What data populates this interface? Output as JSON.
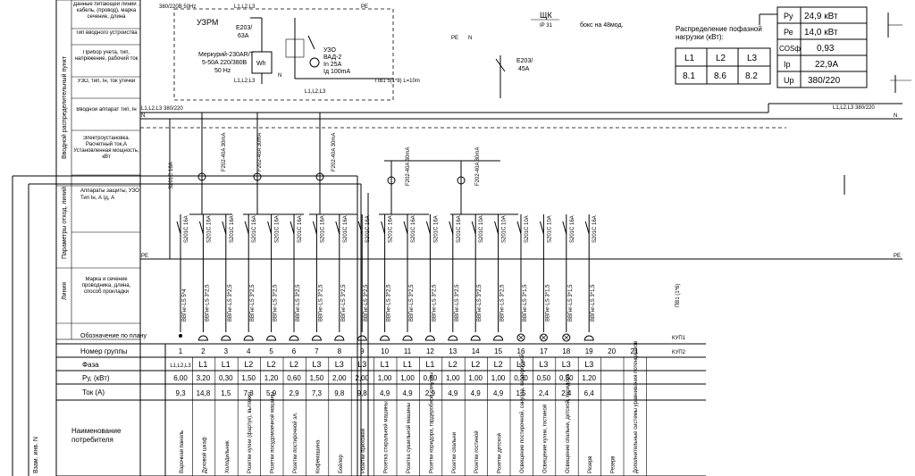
{
  "left_labels": {
    "supply": "Данные питающей линии , кабель, (провод), марка сечение, длина",
    "input_type": "Тип вводного устройства",
    "meter": "Прибор учета, тип, напряжение, рабочий ток",
    "rcd": "УЗО, тип, Iн, ток утечки",
    "input_device": "Вводной аппарат тип, Iн",
    "load_set": "Электроустановка. Расчетный ток,А Установленная мощность, кВт",
    "protection": "Аппараты защиты, УЗО Тип Iн, А Iд, А",
    "cable": "Марка и сечение проводника, длина, способ прокладки",
    "plan": "Обозначение по плану",
    "section_input": "Вводной распределительный пункт",
    "section_params": "Параметры отход. линий",
    "section_line": "Линия",
    "sub_left": "Взам. инв. N"
  },
  "top": {
    "supply_voltage": "380/220В 50Hz",
    "l123": "L1,L2,L3",
    "pe": "PE",
    "uzrm": "УЗРМ",
    "e203": "E203/",
    "e203_a": "63A",
    "meter_name": "Меркурий-230AR/T",
    "meter_spec": "5-50A 220/380В",
    "meter_hz": "50 Hz",
    "wh": "Wh",
    "uzo_name": "УЗО",
    "uzo_type": "ВАД-2",
    "uzo_in": "In  25А",
    "uzo_id": "Iд 100mA",
    "pv1": "ПВ1 5(1*8) L=10m",
    "n": "N",
    "shk": "ЩК",
    "ip": "IP 31",
    "box": "бокс на 48мод.",
    "e203r": "E203/",
    "e203r_a": "45A",
    "bus_top": "L1,L2,L3 380/220",
    "bus_n": "N",
    "bus_pe": "PE",
    "bus_right": "L1,L2,L3 380/220"
  },
  "phase_table": {
    "title": "Распределение пофазной нагрузки (кВт):",
    "headers": [
      "L1",
      "L2",
      "L3"
    ],
    "values": [
      "8.1",
      "8.6",
      "8.2"
    ]
  },
  "summary_table": {
    "rows": [
      {
        "key": "Ру",
        "value": "24,9 кВт"
      },
      {
        "key": "Ре",
        "value": "14,0 кВт"
      },
      {
        "key": "COSф",
        "value": "0,93"
      },
      {
        "key": "Iр",
        "value": "22,9А"
      },
      {
        "key": "Uр",
        "value": "380/220"
      }
    ]
  },
  "breakers": {
    "input_s201": "S201C 16A",
    "rcd1": "F202-40A 30mA",
    "rcd2": "F202-40A 30mA",
    "rcd3": "F202-40A 30mA",
    "rcd4": "F202-40A 30mA",
    "rcd5": "F202-40A 30mA",
    "circuit": [
      "S201C 16A",
      "S201C 16A",
      "S201C 16A",
      "S201C 16A",
      "S201C 16A",
      "S201C 16A",
      "S201C 16A",
      "S201C 16A",
      "S201C 16A",
      "S201C 16A",
      "S201C 16A",
      "S201C 16A",
      "S201C 16A",
      "S201C 10A",
      "S201C 10A",
      "S201C 10A",
      "S201C 10A",
      "S201C 16A",
      "S201C 16A"
    ]
  },
  "cables": [
    "ВВГнг-LS 5*4",
    "ВВГнг-LS 3*2,5",
    "ВВГнг-LS 3*2,5",
    "ВВГнг-LS 3*2,5",
    "ВВГнг-LS 3*2,5",
    "ВВГнг-LS 3*2,5",
    "ВВГнг-LS 3*2,5",
    "ВВГнг-LS 3*2,5",
    "ВВГнг-LS 3*2,5",
    "ВВГнг-LS 3*2,5",
    "ВВГнг-LS 3*2,5",
    "ВВГнг-LS 3*2,5",
    "ВВГнг-LS 3*2,5",
    "ВВГнг-LS 3*2,5",
    "ВВГнг-LS 3*2,5",
    "ВВГнг-LS 3*1,5",
    "ВВГнг-LS 3*1,5",
    "ВВГнг-LS 3*1,5",
    "ВВГнг-LS 3*1,5"
  ],
  "kup1": "КУП1",
  "kup2": "КУП2",
  "pv_right": "ПВ1 (1*6)",
  "bottom_table": {
    "row_labels": {
      "group": "Номер группы",
      "phase": "Фаза",
      "power": "Ру, (кВт)",
      "current": "Ток (А)",
      "consumer": "Наименование потребителя"
    },
    "groups": [
      "1",
      "2",
      "3",
      "4",
      "5",
      "6",
      "7",
      "8",
      "9",
      "10",
      "11",
      "12",
      "13",
      "14",
      "15",
      "16",
      "17",
      "18",
      "19",
      "20",
      "21"
    ],
    "phases": [
      "L1,L2,L3",
      "L1",
      "L1",
      "L2",
      "L2",
      "L2",
      "L3",
      "L3",
      "L3",
      "L1",
      "L1",
      "L1",
      "L2",
      "L2",
      "L2",
      "L3",
      "L3",
      "L3",
      "L3",
      "",
      ""
    ],
    "power": [
      "6,00",
      "3,20",
      "0,30",
      "1,50",
      "1,20",
      "0,60",
      "1,50",
      "2,00",
      "2,00",
      "1,00",
      "1,00",
      "0,60",
      "1,00",
      "1,00",
      "1,00",
      "0,30",
      "0,50",
      "0,50",
      "1,20",
      "",
      ""
    ],
    "current": [
      "9,3",
      "14,8",
      "1,5",
      "7,3",
      "5,9",
      "2,9",
      "7,3",
      "9,8",
      "9,8",
      "4,9",
      "4,9",
      "2,9",
      "4,9",
      "4,9",
      "4,9",
      "1,5",
      "2,4",
      "2,4",
      "6,4",
      "",
      ""
    ],
    "consumers": [
      "Варочная панель",
      "Духовой шкаф",
      "Холодильник",
      "Розетки кухни (фартук), вытяжка",
      "Розетки посудомоечной машины",
      "Розетки постирочной эл.",
      "Кофемашина",
      "Бойлер",
      "Розетки прихожей",
      "Розетка стиральной машины",
      "Розетка сушильной машины",
      "Розетки коридора, гардеробной,санузлы",
      "Розетки спальни",
      "Розетки гостиной",
      "Розетки детской",
      "Освещение постирочной, санузла, гардеробной",
      "Освещение кухни, гостиной",
      "Освещение спальни, детской, коридора",
      "Резерв",
      "Резерв",
      "Дополнительные системы уравнивания потенциалов"
    ]
  }
}
